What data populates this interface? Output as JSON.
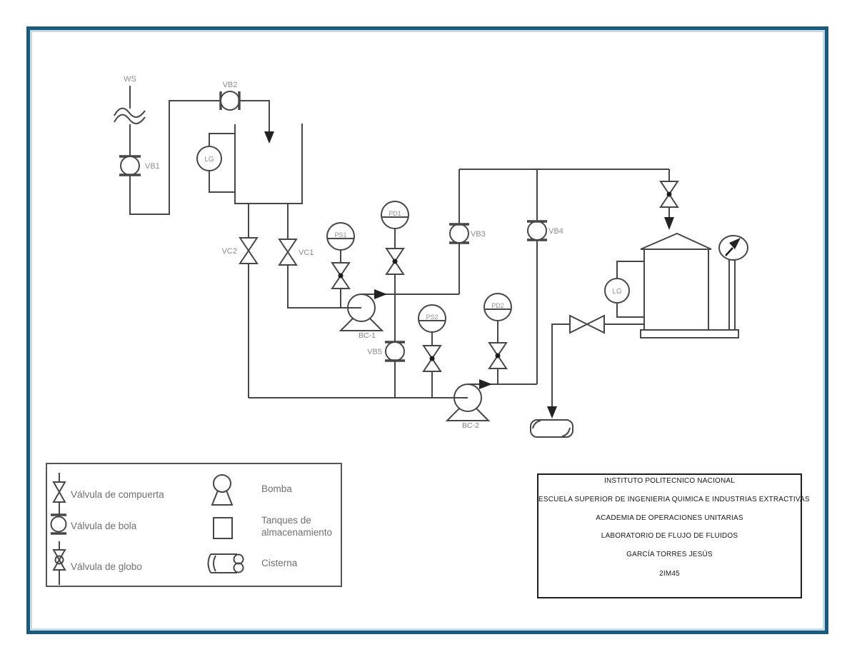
{
  "page": {
    "background": "#ffffff",
    "frame_color": "#1b5a7a",
    "frame_inner_color": "#c6dbe6",
    "line_color": "#474747",
    "label_color": "#8d8d8d"
  },
  "diagram": {
    "labels": {
      "ws": "WS",
      "vb1": "VB1",
      "vb2": "VB2",
      "vb3": "VB3",
      "vb4": "VB4",
      "vb5": "VB5",
      "vc1": "VC1",
      "vc2": "VC2",
      "ps1": "PS1",
      "ps2": "PS2",
      "pd1": "PD1",
      "pd2": "PD2",
      "lg_tank1": "LG",
      "lg_tank2": "LG",
      "bc1": "BC-1",
      "bc2": "BC-2"
    }
  },
  "legend": {
    "items": [
      {
        "symbol": "gate-valve",
        "label": "Válvula de compuerta"
      },
      {
        "symbol": "ball-valve",
        "label": "Válvula de bola"
      },
      {
        "symbol": "globe-valve",
        "label": "Válvula de globo"
      },
      {
        "symbol": "pump",
        "label": "Bomba"
      },
      {
        "symbol": "storage-tank",
        "label": "Tanques de almacenamiento"
      },
      {
        "symbol": "cistern",
        "label": "Cisterna"
      }
    ]
  },
  "title_block": {
    "lines": [
      "INSTITUTO POLITECNICO NACIONAL",
      "ESCUELA SUPERIOR DE INGENIERIA QUIMICA E INDUSTRIAS EXTRACTIVAS",
      "ACADEMIA DE OPERACIONES UNITARIAS",
      "LABORATORIO DE FLUJO DE FLUIDOS",
      "GARCÍA TORRES JESÚS",
      "2IM45"
    ]
  }
}
